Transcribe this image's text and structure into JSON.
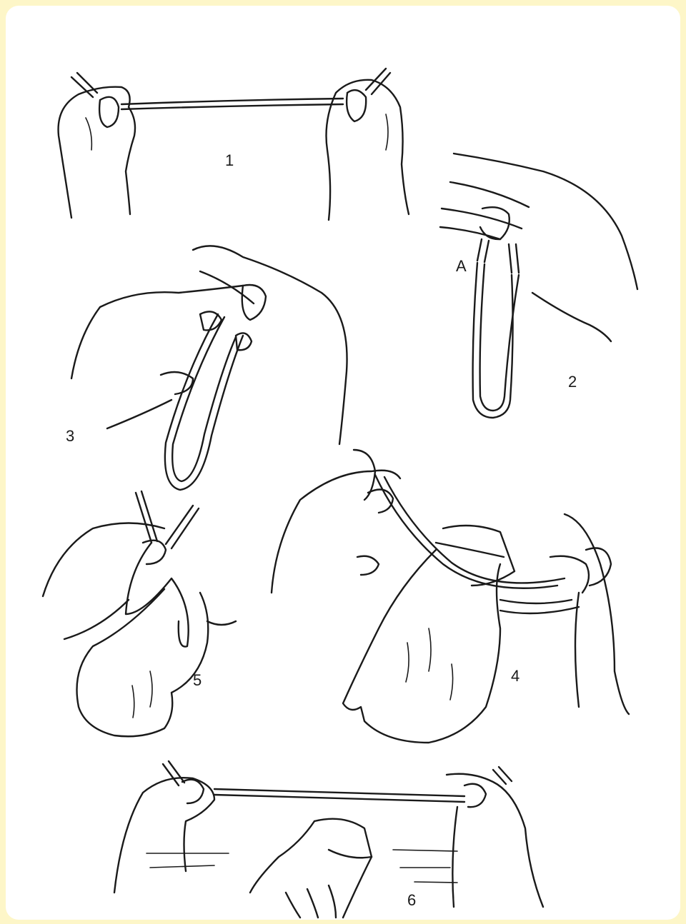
{
  "figure": {
    "step_labels": [
      "1",
      "2",
      "3",
      "4",
      "5",
      "6"
    ],
    "point_label": "A"
  },
  "colors": {
    "background": "#fdf6c8",
    "panel": "#ffffff",
    "ink": "#1a1a1a"
  }
}
